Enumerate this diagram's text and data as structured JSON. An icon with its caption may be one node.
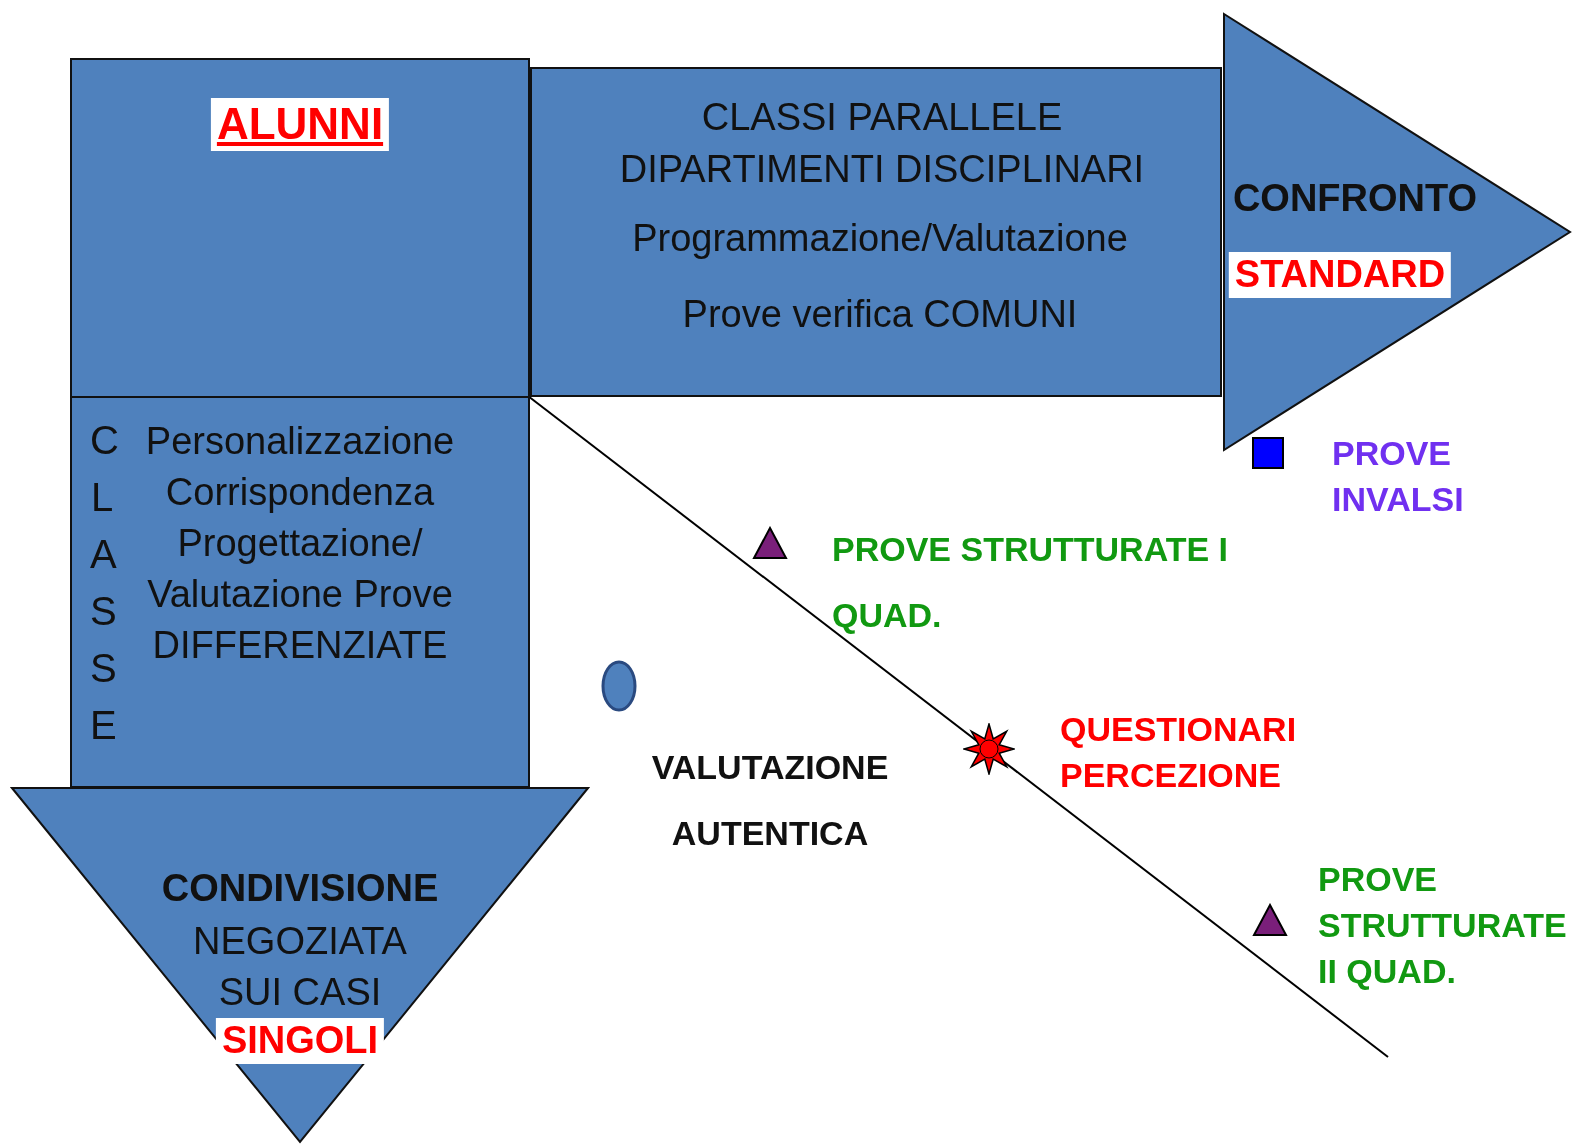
{
  "diagram": {
    "nodes": [
      {
        "text": [
          "ALUNNI"
        ]
      },
      {
        "text": [
          "CLASSI PARALLELE DIPARTIMENTI DISCIPLINARI",
          "Programmazione/Valutazione",
          "Prove verifica COMUNI"
        ]
      },
      {
        "text": [
          "CONFRONTO",
          "STANDARD"
        ]
      },
      {
        "text": [
          "CLASSE",
          "Personalizzazione Corrispondenza Progettazione/ Valutazione Prove DIFFERENZIATE"
        ]
      },
      {
        "text": [
          "CONDIVISIONE",
          "NEGOZIATA SUI CASI",
          "SINGOLI"
        ]
      }
    ],
    "edges": [],
    "labels": [
      "PROVE INVALSI",
      "PROVE STRUTTURATE I QUAD.",
      "VALUTAZIONE AUTENTICA",
      "QUESTIONARI PERCEZIONE",
      "PROVE STRUTTURATE II QUAD."
    ]
  }
}
